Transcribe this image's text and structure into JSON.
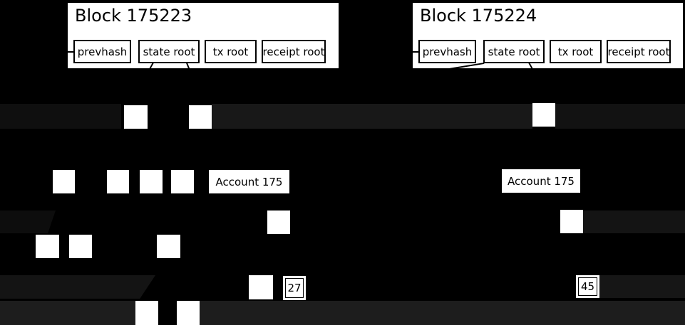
{
  "blocks": [
    {
      "title": "Block 175223",
      "fields": [
        "prevhash",
        "state root",
        "tx root",
        "receipt root"
      ]
    },
    {
      "title": "Block 175224",
      "fields": [
        "prevhash",
        "state root",
        "tx root",
        "receipt root"
      ]
    }
  ],
  "accounts": [
    {
      "label": "Account 175",
      "value": "27"
    },
    {
      "label": "Account 175",
      "value": "45"
    }
  ],
  "colors": {
    "bg": "#000000",
    "box-fill": "#ffffff",
    "box-border": "#000000",
    "text": "#000000",
    "band-r1-left": "#0f0f0f",
    "band-r1-mid": "#181818",
    "band-r1-right": "#121212",
    "band-r3-left": "#0d0d0d",
    "band-r3-right": "#141414",
    "band-r5-left": "#141414",
    "band-r5-right": "#161616",
    "band-r6": "#1d1d1d"
  }
}
